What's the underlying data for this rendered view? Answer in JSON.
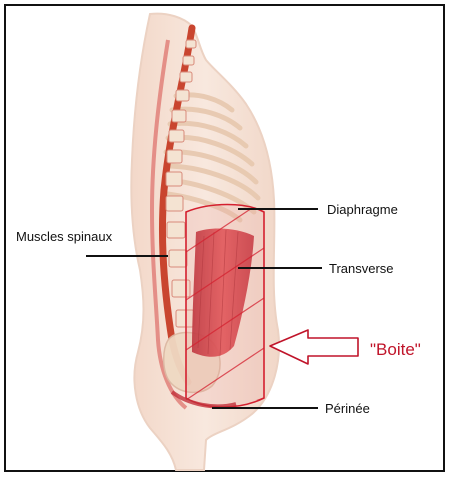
{
  "labels": {
    "muscles_spinaux": "Muscles spinaux",
    "diaphragme": "Diaphragme",
    "transverse": "Transverse",
    "boite": "\"Boite\"",
    "perinee": "Périnée"
  },
  "colors": {
    "body_skin": "#f6e2d6",
    "body_outline": "#ecd2c3",
    "spine": "#c9452f",
    "ribs": "#f1dcc6",
    "muscle": "#d1313a",
    "box_outline": "#d4202f",
    "accent_text": "#c0142a",
    "leader": "#111111"
  }
}
